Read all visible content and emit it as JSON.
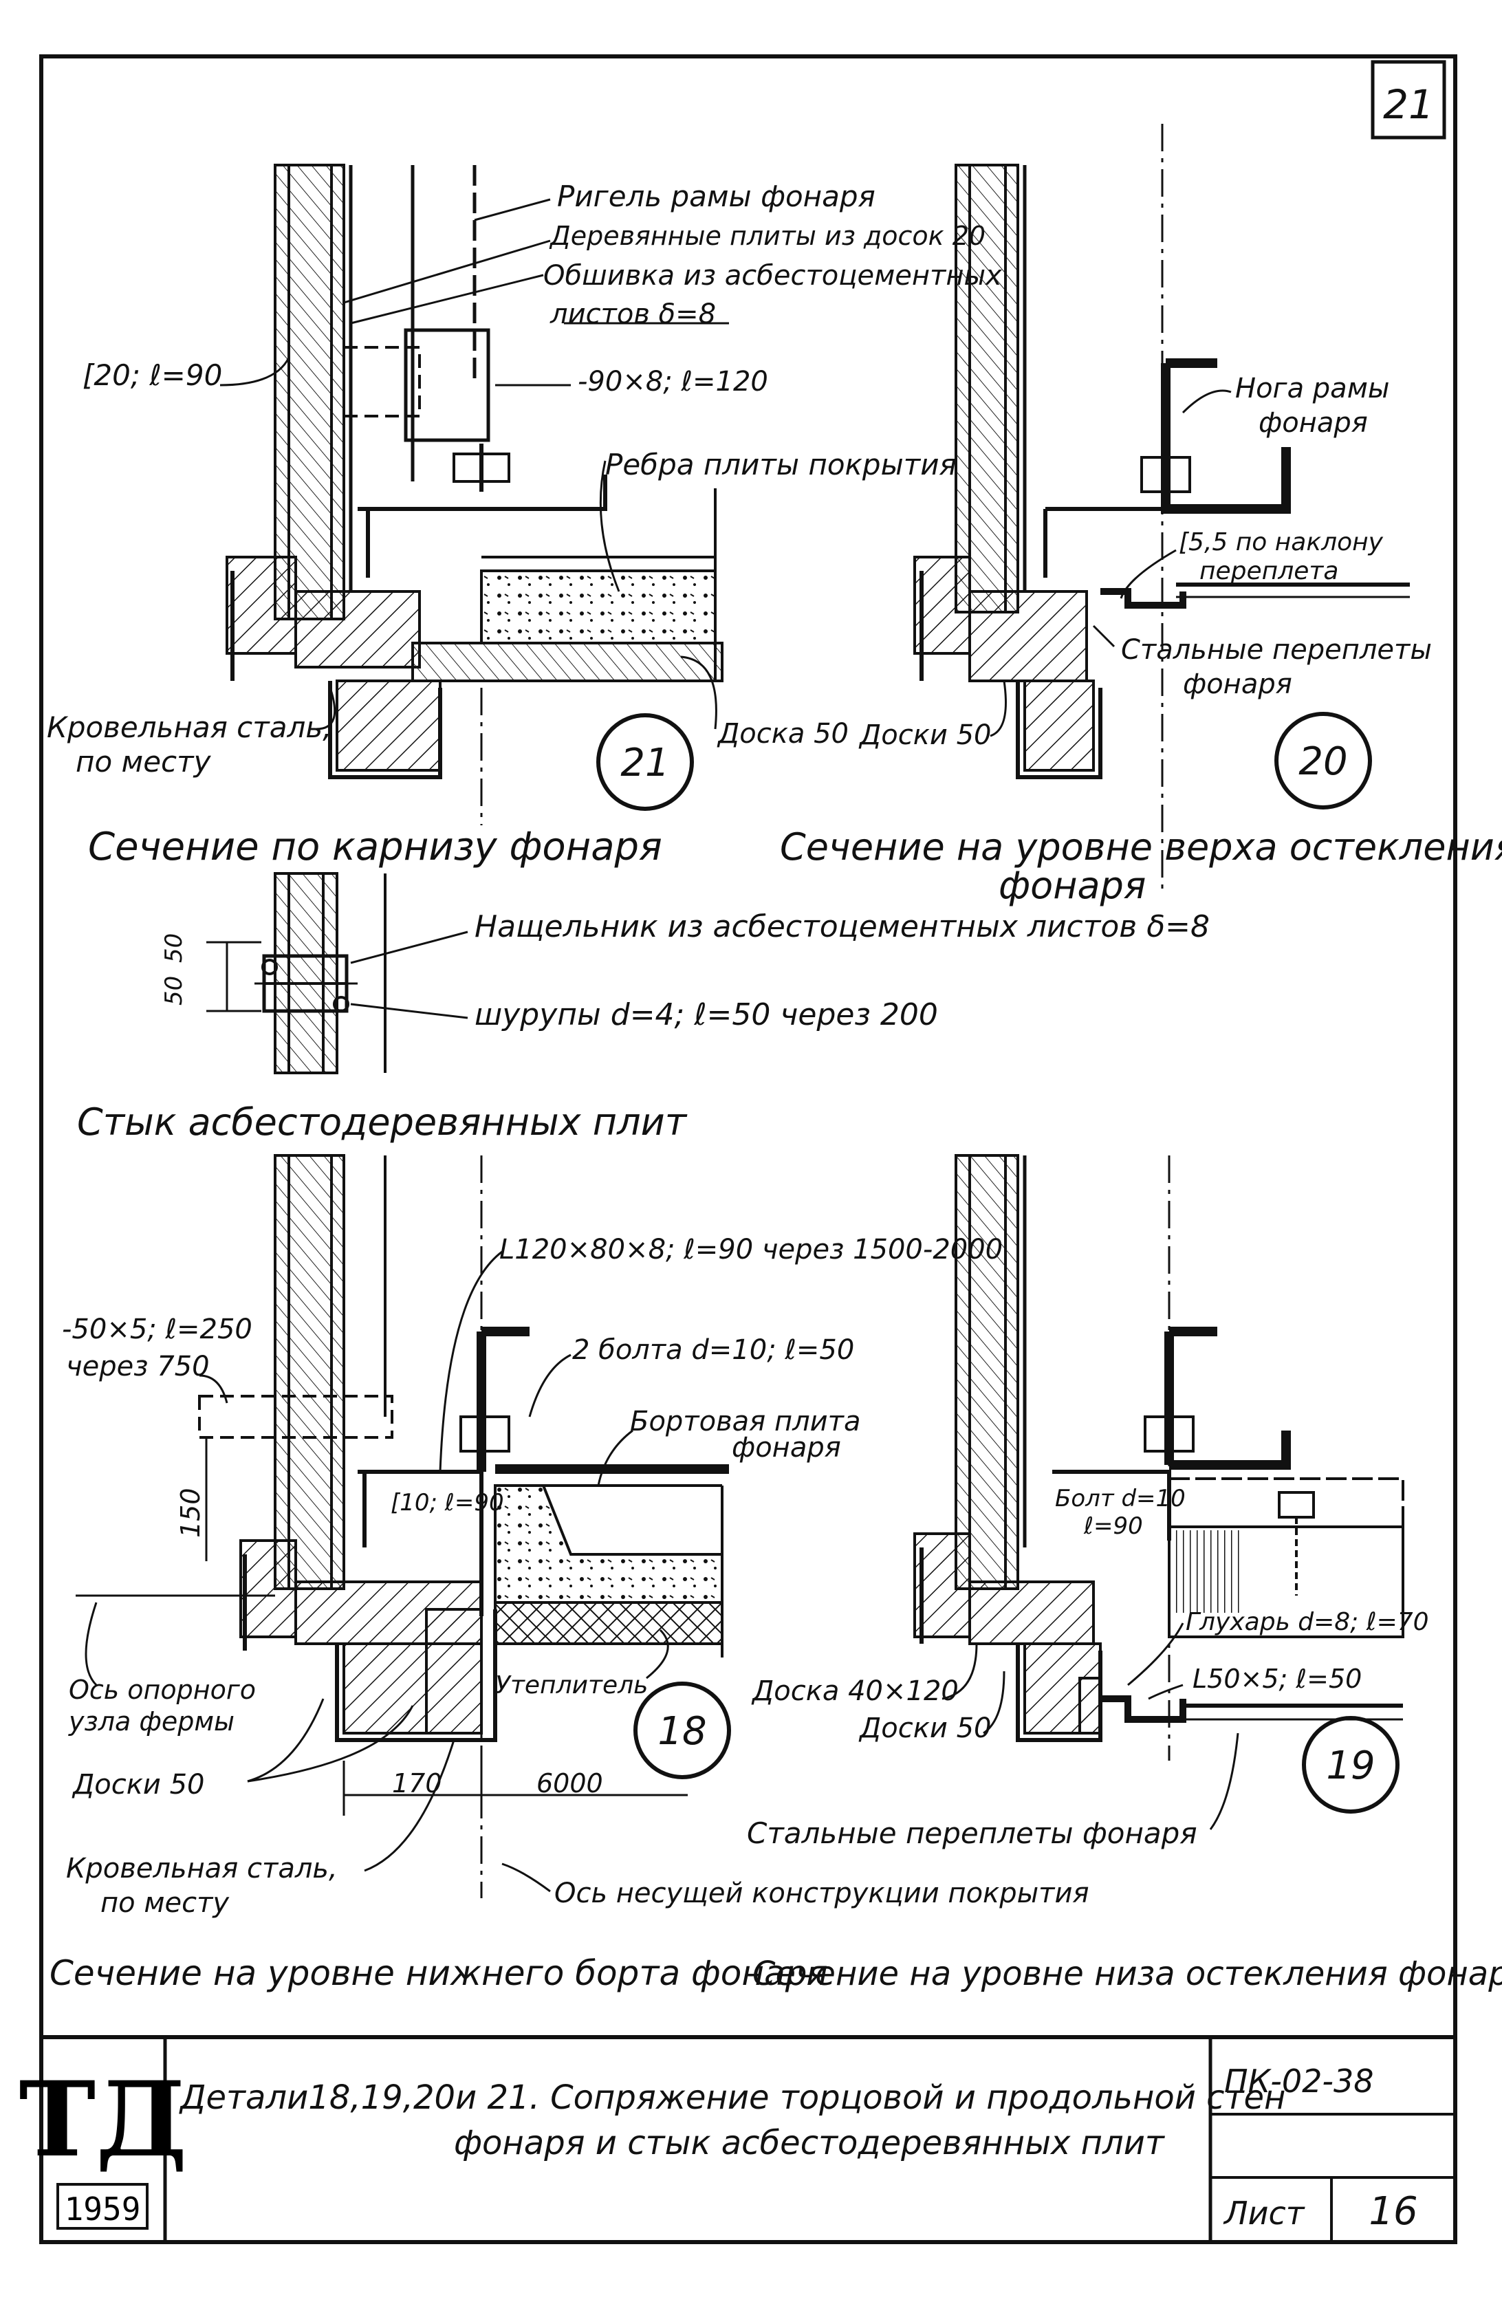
{
  "sheet": {
    "number": "21",
    "stamp_letters": "ТД",
    "stamp_year": "1959",
    "title_line1": "Детали18,19,20и 21. Сопряжение торцовой и продольной стен",
    "title_line2": "фонаря и стык асбестодеревянных плит",
    "code": "ПК-02-38",
    "sheet_label": "Лист",
    "sheet_no": "16"
  },
  "detail21": {
    "marker": "21",
    "caption": "Сечение по карнизу фонаря",
    "labels": {
      "rigel": "Ригель рамы фонаря",
      "wood_plates": "Деревянные плиты из досок 20",
      "cladding1": "Обшивка из асбестоцементных",
      "cladding2": "листов δ=8",
      "channel": "[20; ℓ=90",
      "plate": "-90×8; ℓ=120",
      "ribs": "Ребра плиты покрытия",
      "roof_steel1": "Кровельная сталь,",
      "roof_steel2": "по месту",
      "board": "Доска 50"
    }
  },
  "detail20": {
    "marker": "20",
    "caption1": "Сечение на уровне верха остекления",
    "caption2": "фонаря",
    "labels": {
      "leg1": "Нога рамы",
      "leg2": "фонаря",
      "channel1": "[5,5 по наклону",
      "channel2": "переплета",
      "frames1": "Стальные переплеты",
      "frames2": "фонаря",
      "boards": "Доски 50"
    }
  },
  "joint": {
    "caption": "Стык асбестодеревянных плит",
    "dim1": "50",
    "dim2": "50",
    "strip": "Нащельник из асбестоцементных листов δ=8",
    "screws": "шурупы d=4; ℓ=50 через 200"
  },
  "detail18": {
    "marker": "18",
    "caption": "Сечение на уровне нижнего борта фонаря",
    "labels": {
      "angle": "L120×80×8; ℓ=90 через 1500-2000",
      "strip1": "-50×5; ℓ=250",
      "strip2": "через 750",
      "bolts": "2 болта d=10; ℓ=50",
      "edge_plate1": "Бортовая плита",
      "edge_plate2": "фонаря",
      "channel": "[10; ℓ=90",
      "dim150": "150",
      "axis1": "Ось опорного",
      "axis2": "узла фермы",
      "boards": "Доски 50",
      "roof_steel1": "Кровельная сталь,",
      "roof_steel2": "по месту",
      "insulation": "Утеплитель",
      "dim170": "170",
      "dim6000": "6000",
      "axis_main": "Ось несущей конструкции покрытия"
    }
  },
  "detail19": {
    "marker": "19",
    "caption": "Сечение на уровне низа остекления фонаря",
    "labels": {
      "bolt1": "Болт d=10",
      "bolt2": "ℓ=90",
      "lagbolt": "Глухарь d=8; ℓ=70",
      "angle": "L50×5; ℓ=50",
      "board": "Доска 40×120",
      "boards": "Доски 50",
      "frames": "Стальные переплеты фонаря"
    }
  }
}
